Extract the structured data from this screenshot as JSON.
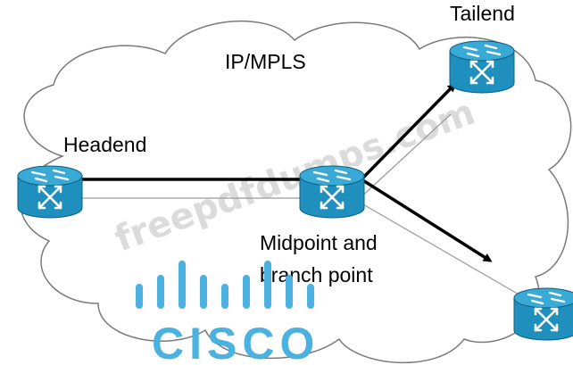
{
  "diagram": {
    "cloud_label": "IP/MPLS",
    "nodes": {
      "headend": "Headend",
      "tailend": "Tailend",
      "midpoint_line1": "Midpoint and",
      "midpoint_line2": "branch point"
    },
    "colors": {
      "router_body": "#1f8fbd",
      "router_top": "#39a9d6",
      "link_primary": "#000000",
      "link_secondary": "#9a9a9a",
      "cloud_outline": "#7a7a7a",
      "cisco_logo": "#4ab1e0"
    }
  },
  "watermark": {
    "text": "freepdfdumps.com"
  },
  "logo": {
    "wordmark": "CISCO"
  }
}
